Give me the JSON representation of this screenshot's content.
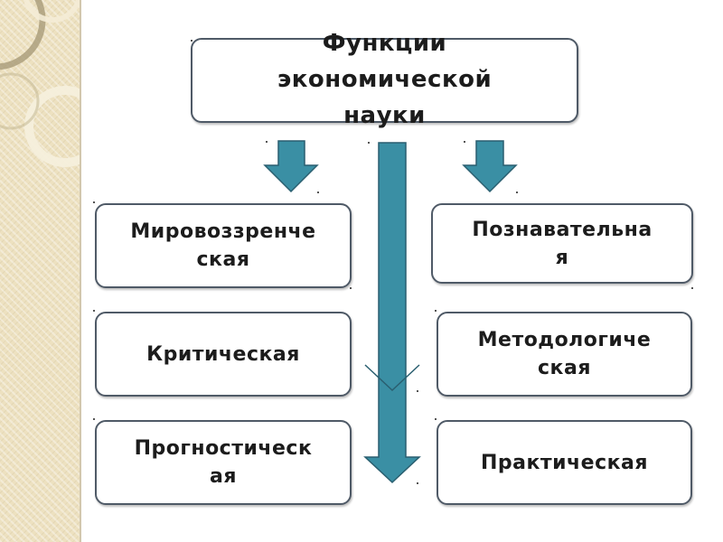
{
  "diagram": {
    "title_lines": [
      "Функции",
      "экономической",
      "науки"
    ],
    "left_boxes": [
      {
        "lines": [
          "Мировоззренче",
          "ская"
        ]
      },
      {
        "lines": [
          "Критическая"
        ]
      },
      {
        "lines": [
          "Прогностическ",
          "ая"
        ]
      }
    ],
    "right_boxes": [
      {
        "lines": [
          "Познавательна",
          "я"
        ]
      },
      {
        "lines": [
          "Методологиче",
          "ская"
        ]
      },
      {
        "lines": [
          "Практическая"
        ]
      }
    ]
  },
  "colors": {
    "arrow_fill": "#3a8fa4",
    "arrow_stroke": "#2a5f70",
    "box_border": "#4f5a67",
    "sidebar_bg": "#ede1c0"
  }
}
